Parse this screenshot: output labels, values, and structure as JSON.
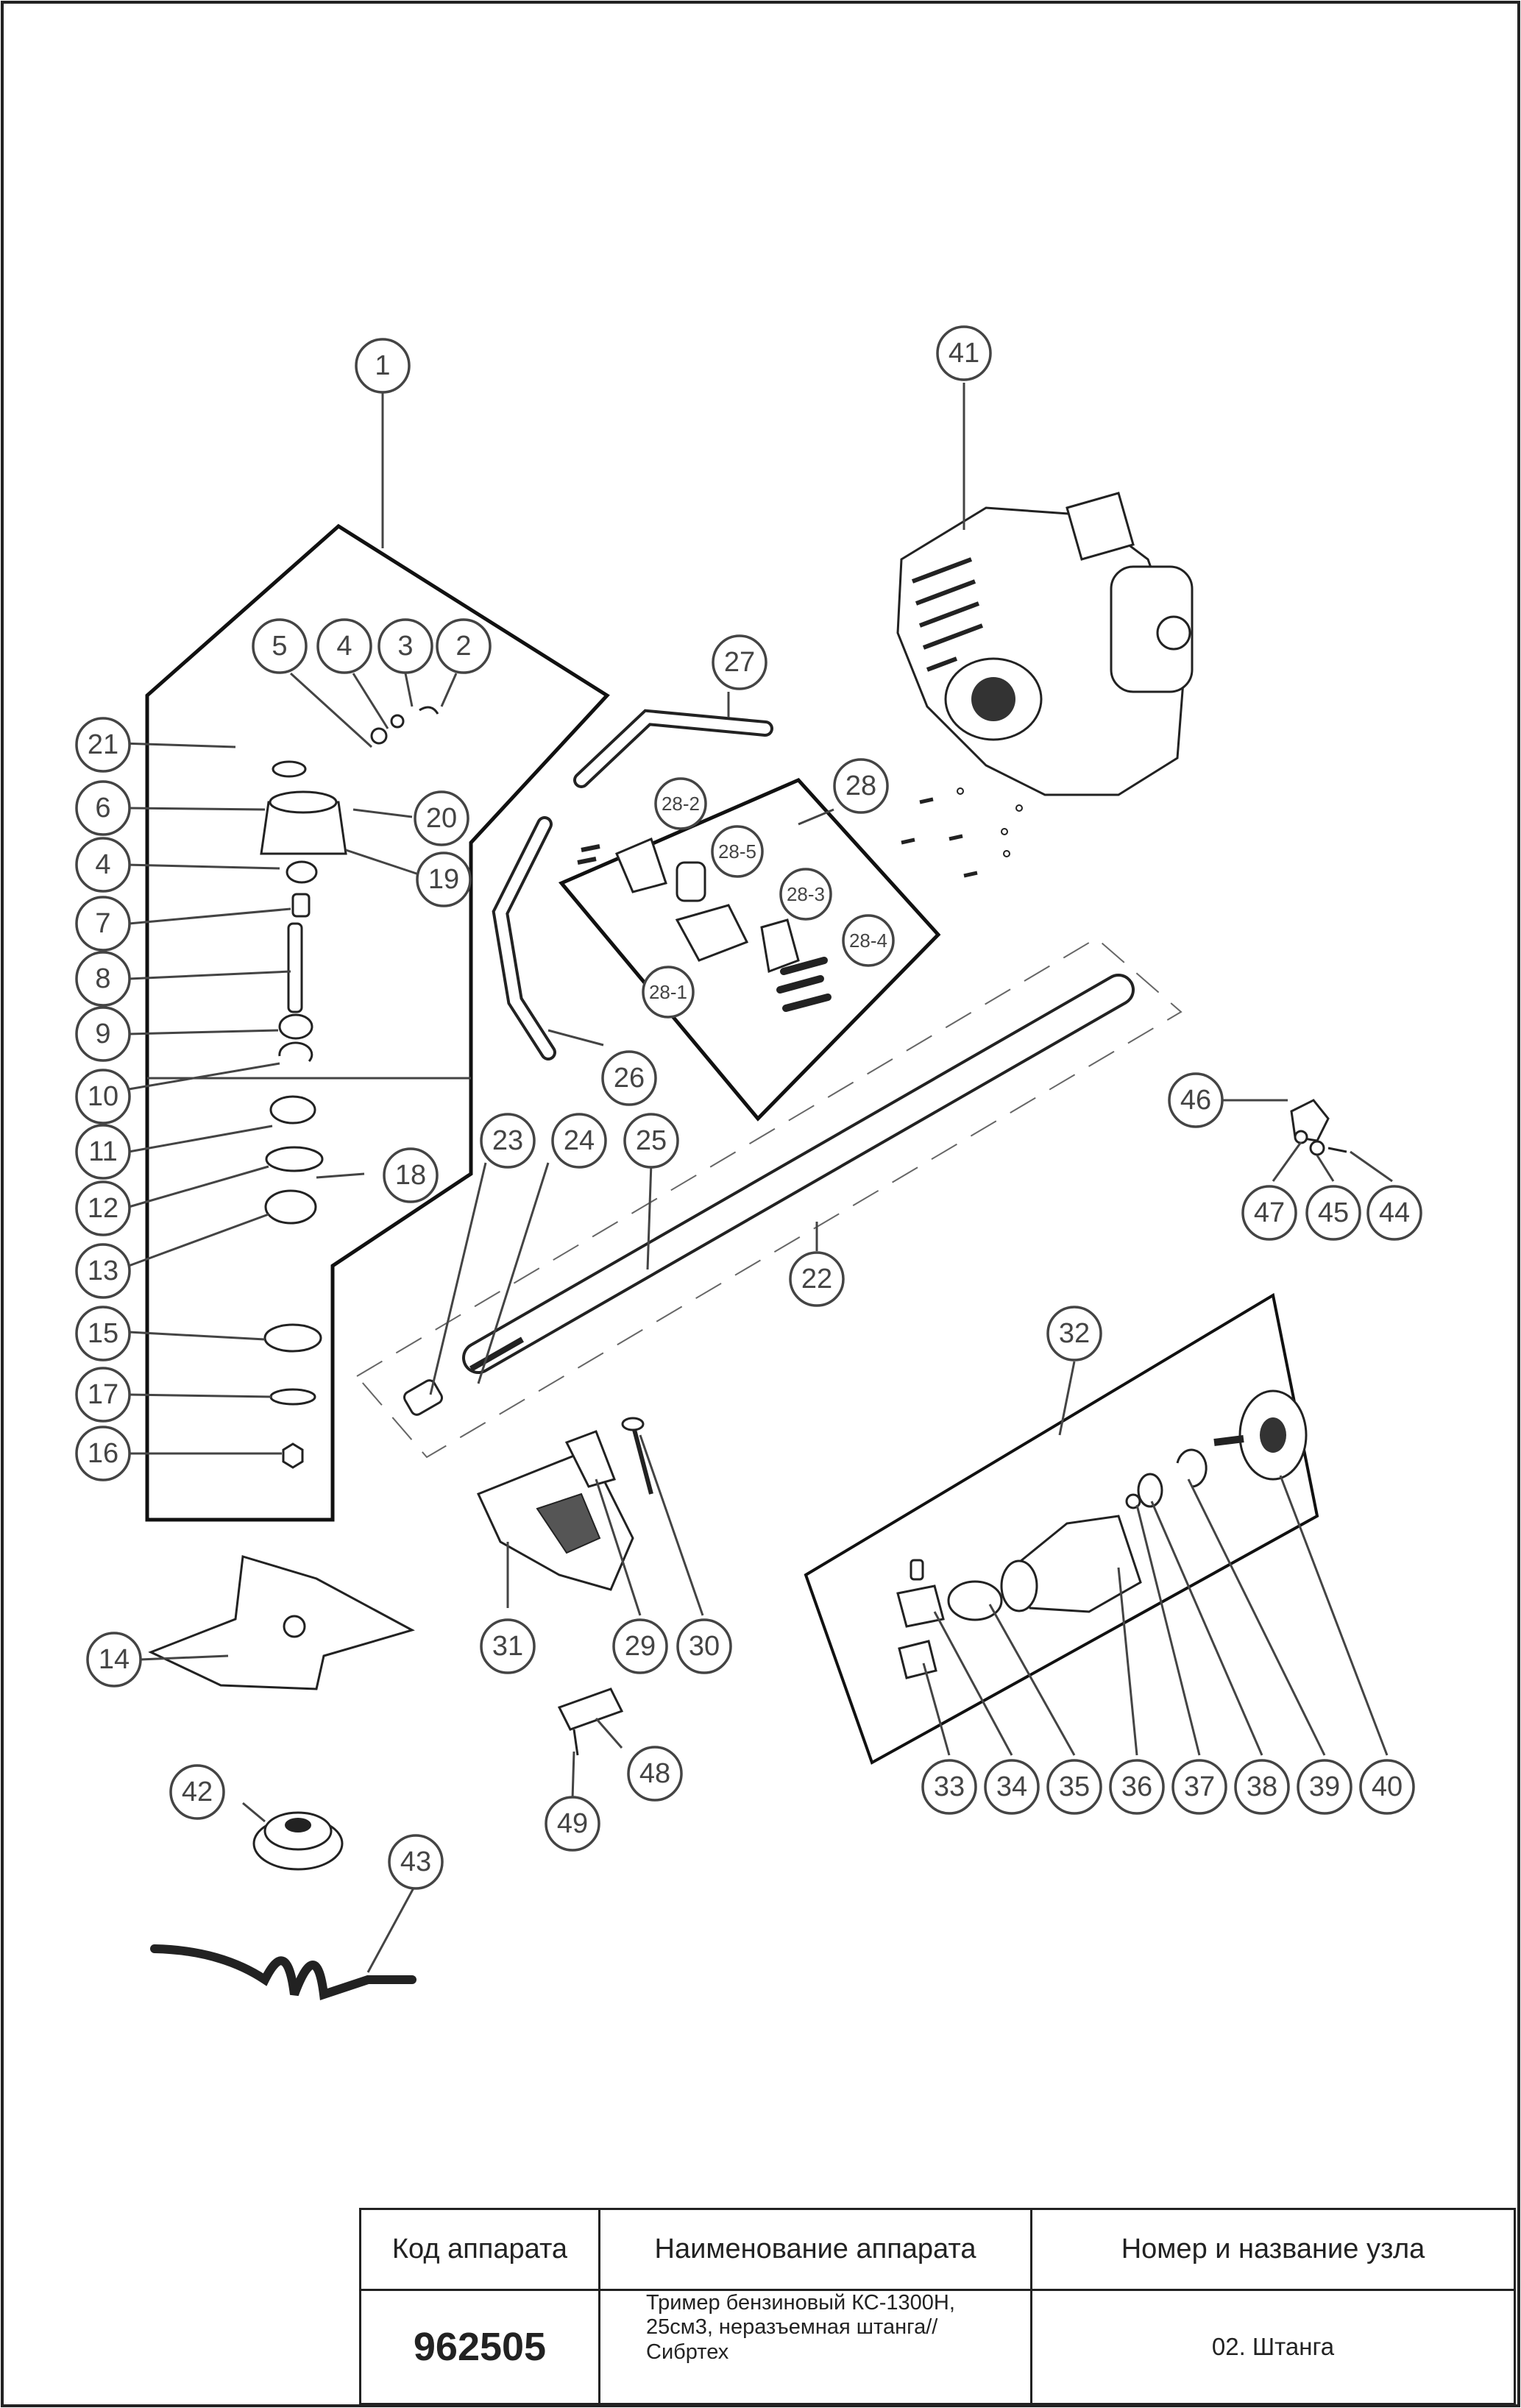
{
  "callouts": [
    "1",
    "2",
    "3",
    "4",
    "5",
    "6",
    "4",
    "7",
    "8",
    "9",
    "10",
    "11",
    "12",
    "13",
    "15",
    "17",
    "16",
    "14",
    "18",
    "19",
    "20",
    "21",
    "23",
    "24",
    "25",
    "22",
    "26",
    "27",
    "28",
    "28-1",
    "28-2",
    "28-3",
    "28-4",
    "28-5",
    "41",
    "46",
    "47",
    "45",
    "44",
    "31",
    "29",
    "30",
    "48",
    "49",
    "42",
    "43",
    "32",
    "33",
    "34",
    "35",
    "36",
    "37",
    "38",
    "39",
    "40"
  ],
  "table": {
    "headers": [
      "Код аппарата",
      "Наименование аппарата",
      "Номер и название узла"
    ],
    "code": "962505",
    "name_lines": [
      "Тример бензиновый КС-1300Н,",
      "25см3, неразъемная штанга//",
      "Сибртех"
    ],
    "node": "02. Штанга"
  }
}
